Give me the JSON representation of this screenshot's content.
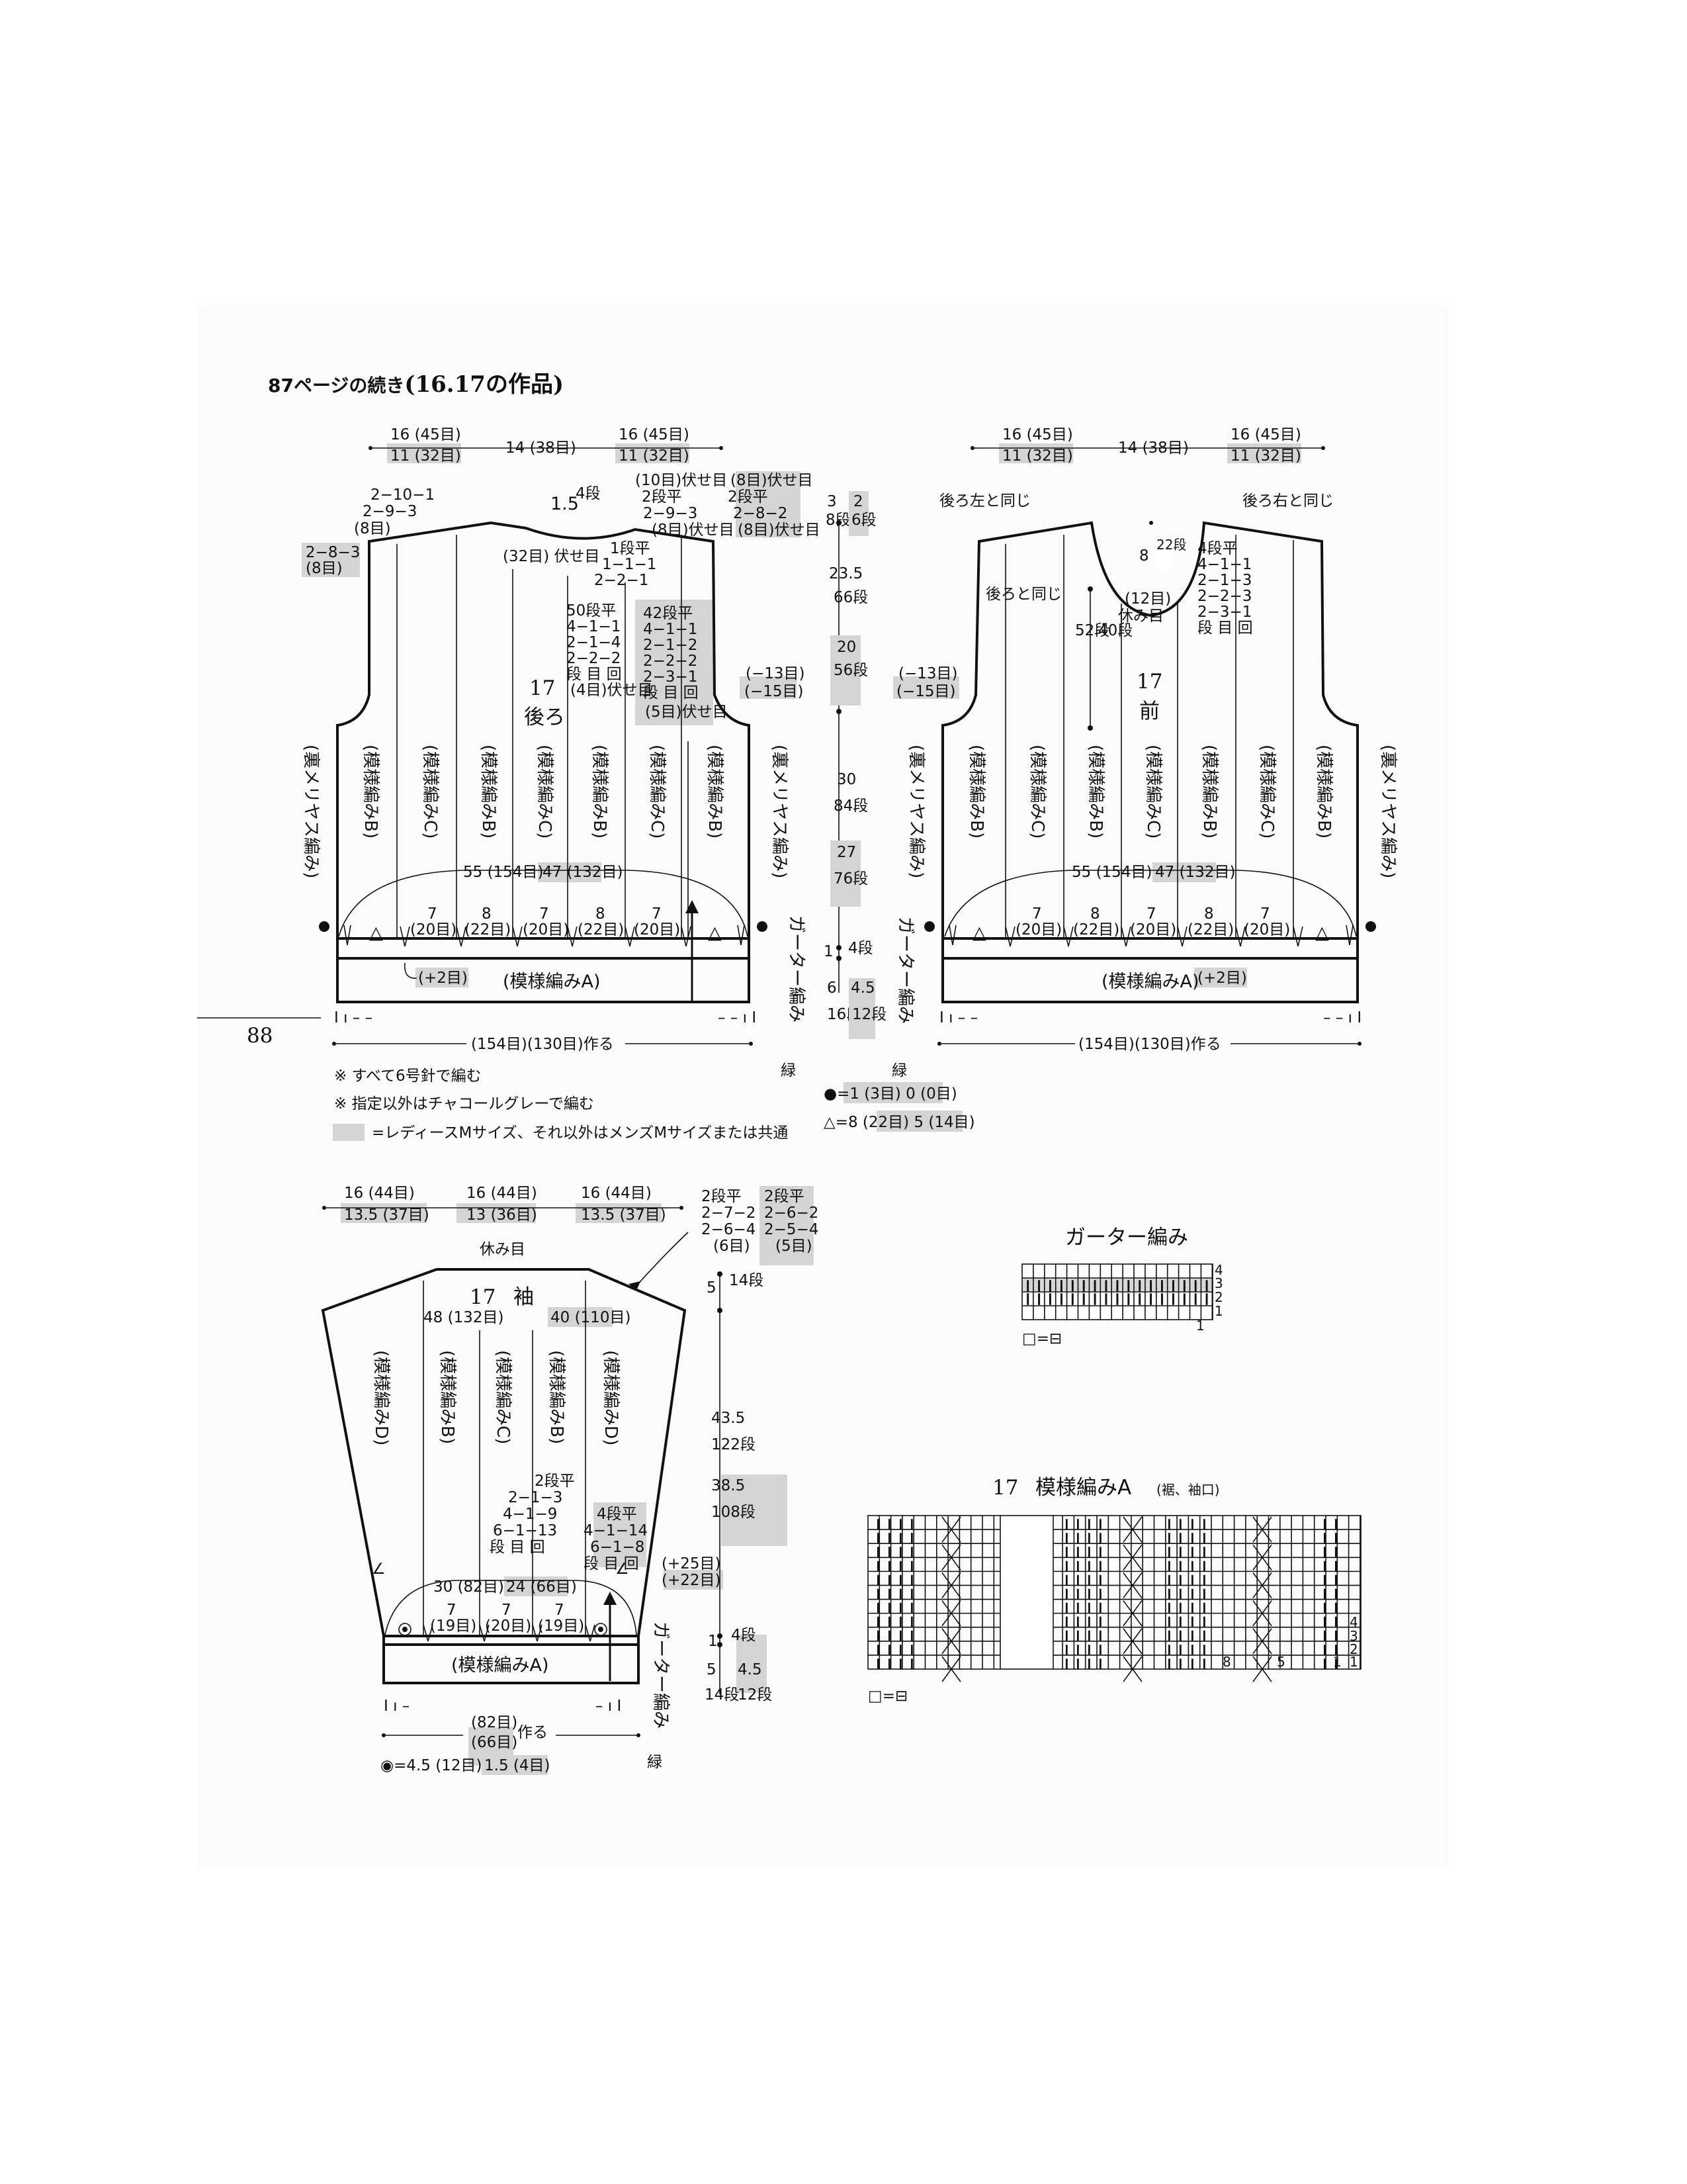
{
  "header": {
    "title_prefix": "87ページの続き",
    "title_paren": "(16.17の作品)"
  },
  "page_number": "88",
  "back": {
    "label_no": "17",
    "label": "後ろ",
    "top_dims": [
      "16 (45目)",
      "11 (32目)",
      "14 (38目)",
      "16 (45目)",
      "11 (32目)"
    ],
    "shoulder_left": [
      "2−10−1",
      "2−9−3",
      "(8目)"
    ],
    "shoulder_left_gray": [
      "2−8−3",
      "(8目)"
    ],
    "neck_depth": [
      "1.5",
      "4段"
    ],
    "neck_right_a": [
      "(10目)伏せ目",
      "2段平",
      "2−9−3",
      "(8目)伏せ目"
    ],
    "neck_right_b": [
      "(8目)伏せ目",
      "2段平",
      "2−8−2",
      "(8目)伏せ目"
    ],
    "bind_center": "(32目) 伏せ目",
    "dec_small": [
      "1段平",
      "1−1−1",
      "2−2−1"
    ],
    "dec_left": [
      "50段平",
      "4−1−1",
      "2−1−4",
      "2−2−2",
      "段 目 回",
      "(4目)伏せ目"
    ],
    "dec_right_gray": [
      "42段平",
      "4−1−1",
      "2−1−2",
      "2−2−2",
      "2−3−1",
      "段 目 回",
      "(5目)伏せ目"
    ],
    "armhole": [
      "(−13目)",
      "(−15目)"
    ],
    "columns": [
      "裏メリヤス編み",
      "模様編みB",
      "模様編みC",
      "模様編みB",
      "模様編みC",
      "模様編みB",
      "模様編みC",
      "模様編みB",
      "裏メリヤス編み"
    ],
    "width_main": "55 (154目)",
    "width_gray": "47 (132目)",
    "sub_cols": [
      "7",
      "(20目)",
      "8",
      "(22目)",
      "7",
      "(20目)",
      "8",
      "(22目)",
      "7",
      "(20目)"
    ],
    "inc": "(+2目)",
    "hem": "(模様編みA)",
    "cast_on": "(154目)(130目)作る"
  },
  "side_dims": {
    "a": [
      "3",
      "8段"
    ],
    "a_gray": [
      "2",
      "6段"
    ],
    "b": [
      "23.5",
      "66段"
    ],
    "b_gray": [
      "20",
      "56段"
    ],
    "c": [
      "30",
      "84段"
    ],
    "c_gray": [
      "27",
      "76段"
    ],
    "d": [
      "1",
      "4段"
    ],
    "e": [
      "6",
      "16段"
    ],
    "e_gray": [
      "4.5",
      "12段"
    ],
    "garter": "ガーター編み",
    "garter_color": "緑"
  },
  "front": {
    "label_no": "17",
    "label": "前",
    "top_dims": [
      "16 (45目)",
      "11 (32目)",
      "14 (38目)",
      "16 (45目)",
      "11 (32目)"
    ],
    "same_left": "後ろ左と同じ",
    "same_right": "後ろ右と同じ",
    "same_side": "後ろと同じ",
    "neck": [
      "8",
      "22段"
    ],
    "rest": [
      "(12目)",
      "休み目"
    ],
    "dec": [
      "4段平",
      "4−1−1",
      "2−1−3",
      "2−2−3",
      "2−3−1",
      "段 目 回"
    ],
    "depth_a": "52段",
    "depth_b": "40段",
    "armhole": [
      "(−13目)",
      "(−15目)"
    ],
    "columns": [
      "裏メリヤス編み",
      "模様編みB",
      "模様編みC",
      "模様編みB",
      "模様編みC",
      "模様編みB",
      "模様編みC",
      "模様編みB",
      "裏メリヤス編み"
    ],
    "width_main": "55 (154目)",
    "width_gray": "47 (132目)",
    "sub_cols": [
      "7",
      "(20目)",
      "8",
      "(22目)",
      "7",
      "(20目)",
      "8",
      "(22目)",
      "7",
      "(20目)"
    ],
    "inc": "(+2目)",
    "hem": "(模様編みA)",
    "cast_on": "(154目)(130目)作る"
  },
  "notes": [
    "※ すべて6号針で編む",
    "※ 指定以外はチャコールグレーで編む",
    "=レディースMサイズ、それ以外はメンズMサイズまたは共通"
  ],
  "legend_dot": [
    "●=1 (3目) 0 (0目)"
  ],
  "legend_tri": [
    "△=8 (22目) 5 (14目)"
  ],
  "sleeve": {
    "label_no": "17",
    "label": "袖",
    "top_dims": [
      "16 (44目)",
      "13.5 (37目)",
      "16 (44目)",
      "13 (36目)",
      "16 (44目)",
      "13.5 (37目)"
    ],
    "rest": "休み目",
    "shape": [
      "2段平",
      "2−7−2",
      "2−6−4",
      "(6目)"
    ],
    "shape_gray": [
      "2段平",
      "2−6−2",
      "2−5−4",
      "(5目)"
    ],
    "width_main": "48 (132目)",
    "width_gray": "40 (110目)",
    "columns": [
      "模様編みD",
      "模様編みB",
      "模様編みC",
      "模様編みB",
      "模様編みD"
    ],
    "inc": [
      "2段平",
      "2−1−3",
      "4−1−9",
      "6−1−13",
      "段 目 回"
    ],
    "inc_gray": [
      "4段平",
      "4−1−14",
      "6−1−8",
      "段 目 回"
    ],
    "plus": [
      "(+25目)",
      "(+22目)"
    ],
    "width2_main": "30 (82目)",
    "width2_gray": "24 (66目)",
    "sub_cols": [
      "7",
      "(19目)",
      "7",
      "(20目)",
      "7",
      "(19目)"
    ],
    "hem": "(模様編みA)",
    "cast_on": [
      "(82目)",
      "(66目)",
      "作る"
    ],
    "garter": "ガーター編み",
    "garter_color": "緑",
    "side": {
      "a": [
        "5",
        "14段"
      ],
      "b": [
        "43.5",
        "122段"
      ],
      "b_gray": [
        "38.5",
        "108段"
      ],
      "c": [
        "1",
        "4段"
      ],
      "d": [
        "5",
        "14段"
      ],
      "d_gray": [
        "4.5",
        "12段"
      ]
    },
    "legend": [
      "◉=4.5 (12目)",
      "1.5 (4目)"
    ]
  },
  "garter_chart": {
    "title": "ガーター編み",
    "rows": [
      "4",
      "3",
      "2",
      "1"
    ],
    "cols": [
      "1"
    ],
    "legend": "□=⊟"
  },
  "patternA_chart": {
    "title_no": "17",
    "title": "模様編みA",
    "title_note": "(裾、袖口)",
    "rows": [
      "4",
      "3",
      "2",
      "1"
    ],
    "cols": [
      "8",
      "5",
      "1"
    ],
    "legend": "□=⊟"
  }
}
